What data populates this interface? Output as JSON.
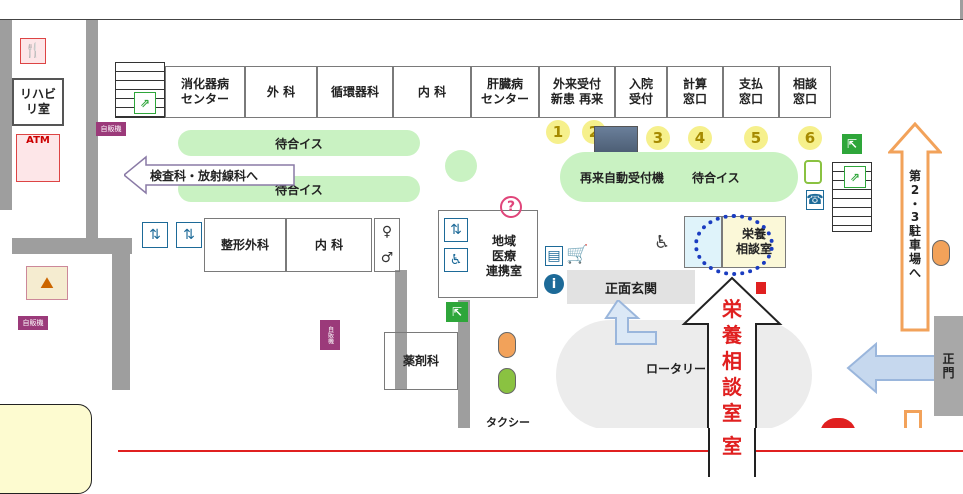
{
  "rooms": {
    "rehab": "リハビ\nリ室",
    "digestive": "消化器病\nセンター",
    "surgery": "外 科",
    "cardio": "循環器科",
    "internal_top": "内 科",
    "liver": "肝臓病\nセンター",
    "outpatient": "外来受付\n新患 再来",
    "admission": "入院\n受付",
    "calc": "計算\n窓口",
    "payment": "支払\n窓口",
    "consult": "相談\n窓口",
    "ortho": "整形外科",
    "internal_bottom": "内 科",
    "regional": "地域\n医療\n連携室",
    "nutrition": "栄養\n相談室",
    "pharmacy": "薬剤科"
  },
  "labels": {
    "waiting1": "待合イス",
    "waiting2": "待合イス",
    "waiting3": "待合イス",
    "reentry": "再来自動受付機",
    "lab_direction": "検査科・放射線科へ",
    "main_entrance": "正面玄関",
    "rotary": "ロータリー",
    "taxi": "タクシー",
    "parking": "第\n2\n・\n3\n駐\n車\n場\nへ",
    "main_gate": "正\n門",
    "callout": "栄\n養\n相\n談\n室",
    "vending1": "自販機",
    "vending2": "自販機",
    "vending3": "自販機"
  },
  "counters": [
    "1",
    "2",
    "3",
    "4",
    "5",
    "6"
  ],
  "icons": {
    "restaurant": "🍴",
    "atm": "ATM",
    "info": "i",
    "help": "?"
  },
  "colors": {
    "pink": "#f9e0dd",
    "cyan": "#dff3fa",
    "lavender": "#ebe3f2",
    "cream": "#fbf8d8",
    "callout_red": "#e02020",
    "arrow_blue": "#b7cdea",
    "arrow_orange": "#f2a25a"
  }
}
